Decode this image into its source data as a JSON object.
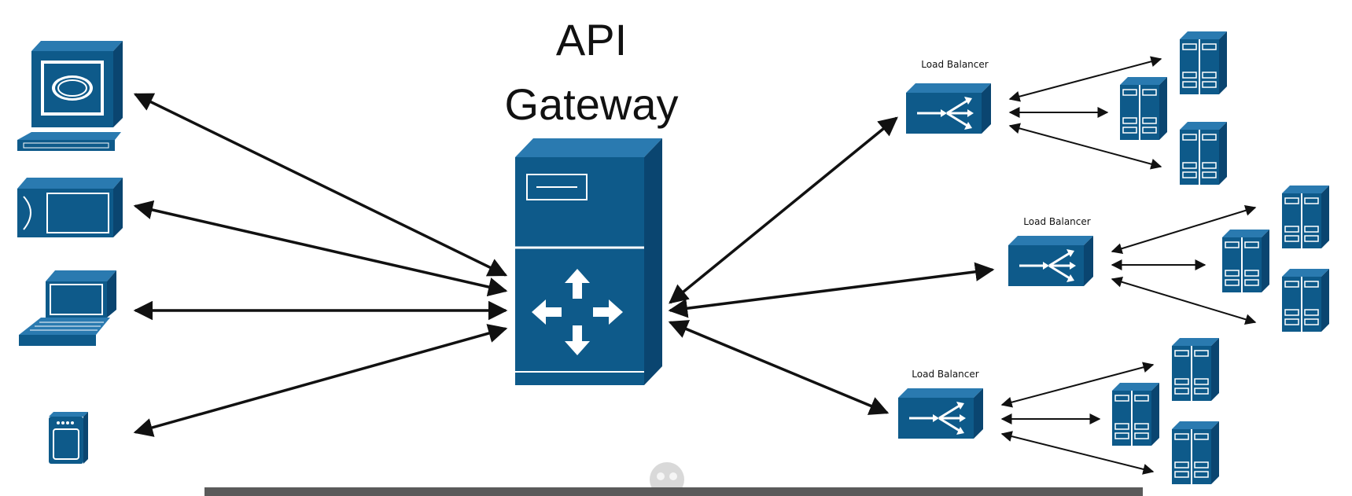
{
  "title": {
    "line1": "API",
    "line2": "Gateway"
  },
  "load_balancers": [
    {
      "label": "Load Balancer"
    },
    {
      "label": "Load Balancer"
    },
    {
      "label": "Load Balancer"
    }
  ],
  "clients": [
    {
      "icon": "desktop-computer-icon"
    },
    {
      "icon": "tablet-icon"
    },
    {
      "icon": "laptop-icon"
    },
    {
      "icon": "mobile-phone-icon"
    }
  ],
  "colors": {
    "device_blue": "#0e5a8a",
    "device_dark": "#0a4570",
    "arrow": "#111111"
  }
}
